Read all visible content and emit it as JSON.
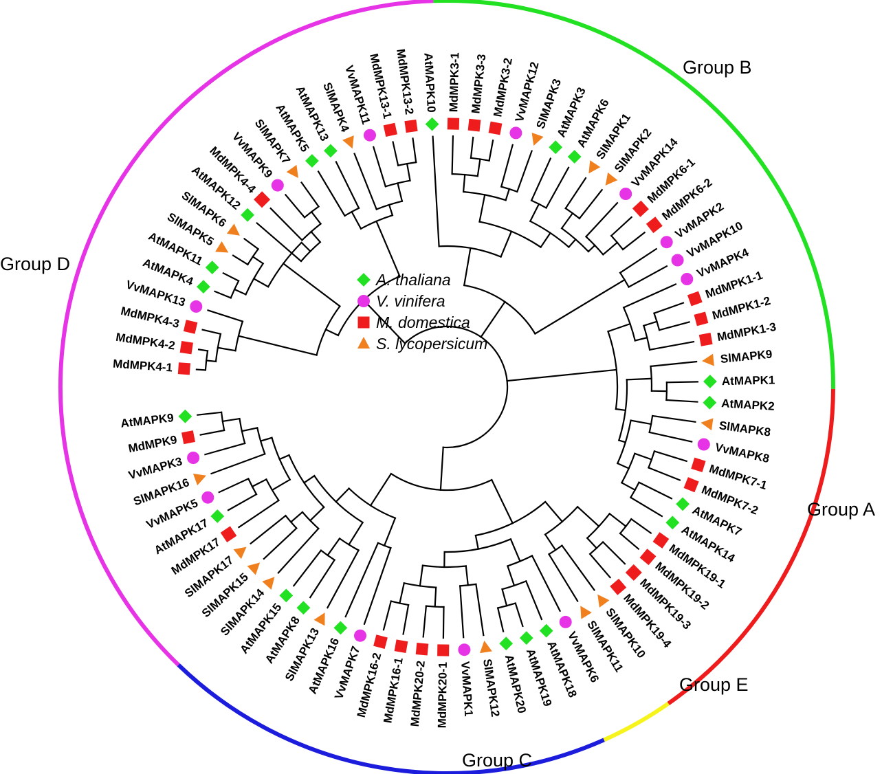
{
  "colors": {
    "thaliana": "#22e022",
    "vinifera": "#e633e6",
    "domestica": "#ee1c1c",
    "lycopersicum": "#f07f1e",
    "group_a": "#ee1c1c",
    "group_b": "#22e022",
    "group_c": "#1c1cdd",
    "group_d": "#e633e6",
    "group_e": "#f7f31c"
  },
  "legend": [
    {
      "species": "thaliana",
      "shape": "diamond",
      "label": "A. thaliana"
    },
    {
      "species": "vinifera",
      "shape": "circle",
      "label": "V. vinifera"
    },
    {
      "species": "domestica",
      "shape": "square",
      "label": "M. domestica"
    },
    {
      "species": "lycopersicum",
      "shape": "triangle",
      "label": "S. lycopersicum"
    }
  ],
  "groups": [
    {
      "id": "group_b",
      "label": "Group B"
    },
    {
      "id": "group_a",
      "label": "Group A"
    },
    {
      "id": "group_e",
      "label": "Group E"
    },
    {
      "id": "group_c",
      "label": "Group C"
    },
    {
      "id": "group_d",
      "label": "Group D"
    }
  ],
  "leaves": [
    {
      "label": "MdMPK4-1",
      "species": "domestica"
    },
    {
      "label": "MdMPK4-2",
      "species": "domestica"
    },
    {
      "label": "MdMPK4-3",
      "species": "domestica"
    },
    {
      "label": "VvMAPK13",
      "species": "vinifera"
    },
    {
      "label": "AtMAPK4",
      "species": "thaliana"
    },
    {
      "label": "AtMAPK11",
      "species": "thaliana"
    },
    {
      "label": "SlMAPK5",
      "species": "lycopersicum"
    },
    {
      "label": "SlMAPK6",
      "species": "lycopersicum"
    },
    {
      "label": "AtMAPK12",
      "species": "thaliana"
    },
    {
      "label": "MdMPK4-4",
      "species": "domestica"
    },
    {
      "label": "VvMAPK9",
      "species": "vinifera"
    },
    {
      "label": "SlMAPK7",
      "species": "lycopersicum"
    },
    {
      "label": "AtMAPK5",
      "species": "thaliana"
    },
    {
      "label": "AtMAPK13",
      "species": "thaliana"
    },
    {
      "label": "SlMAPK4",
      "species": "lycopersicum"
    },
    {
      "label": "VvMAPK11",
      "species": "vinifera"
    },
    {
      "label": "MdMPK13-1",
      "species": "domestica"
    },
    {
      "label": "MdMPK13-2",
      "species": "domestica"
    },
    {
      "label": "AtMAPK10",
      "species": "thaliana"
    },
    {
      "label": "MdMPK3-1",
      "species": "domestica"
    },
    {
      "label": "MdMPK3-3",
      "species": "domestica"
    },
    {
      "label": "MdMPK3-2",
      "species": "domestica"
    },
    {
      "label": "VvMAPK12",
      "species": "vinifera"
    },
    {
      "label": "SlMAPK3",
      "species": "lycopersicum"
    },
    {
      "label": "AtMAPK3",
      "species": "thaliana"
    },
    {
      "label": "AtMAPK6",
      "species": "thaliana"
    },
    {
      "label": "SlMAPK1",
      "species": "lycopersicum"
    },
    {
      "label": "SlMAPK2",
      "species": "lycopersicum"
    },
    {
      "label": "VvMAPK14",
      "species": "vinifera"
    },
    {
      "label": "MdMPK6-1",
      "species": "domestica"
    },
    {
      "label": "MdMPK6-2",
      "species": "domestica"
    },
    {
      "label": "VvMAPK2",
      "species": "vinifera"
    },
    {
      "label": "VvMAPK10",
      "species": "vinifera"
    },
    {
      "label": "VvMAPK4",
      "species": "vinifera"
    },
    {
      "label": "MdMPK1-1",
      "species": "domestica"
    },
    {
      "label": "MdMPK1-2",
      "species": "domestica"
    },
    {
      "label": "MdMPK1-3",
      "species": "domestica"
    },
    {
      "label": "SlMAPK9",
      "species": "lycopersicum"
    },
    {
      "label": "AtMAPK1",
      "species": "thaliana"
    },
    {
      "label": "AtMAPK2",
      "species": "thaliana"
    },
    {
      "label": "SlMAPK8",
      "species": "lycopersicum"
    },
    {
      "label": "VvMAPK8",
      "species": "vinifera"
    },
    {
      "label": "MdMPK7-1",
      "species": "domestica"
    },
    {
      "label": "MdMPK7-2",
      "species": "domestica"
    },
    {
      "label": "AtMAPK7",
      "species": "thaliana"
    },
    {
      "label": "AtMAPK14",
      "species": "thaliana"
    },
    {
      "label": "MdMPK19-1",
      "species": "domestica"
    },
    {
      "label": "MdMPK19-2",
      "species": "domestica"
    },
    {
      "label": "MdMPK19-3",
      "species": "domestica"
    },
    {
      "label": "MdMPK19-4",
      "species": "domestica"
    },
    {
      "label": "SlMAPK10",
      "species": "lycopersicum"
    },
    {
      "label": "SlMAPK11",
      "species": "lycopersicum"
    },
    {
      "label": "VvMAPK6",
      "species": "vinifera"
    },
    {
      "label": "AtMAPK18",
      "species": "thaliana"
    },
    {
      "label": "AtMAPK19",
      "species": "thaliana"
    },
    {
      "label": "AtMAPK20",
      "species": "thaliana"
    },
    {
      "label": "SlMAPK12",
      "species": "lycopersicum"
    },
    {
      "label": "VvMAPK1",
      "species": "vinifera"
    },
    {
      "label": "MdMPK20-1",
      "species": "domestica"
    },
    {
      "label": "MdMPK20-2",
      "species": "domestica"
    },
    {
      "label": "MdMPK16-1",
      "species": "domestica"
    },
    {
      "label": "MdMPK16-2",
      "species": "domestica"
    },
    {
      "label": "VvMAPK7",
      "species": "vinifera"
    },
    {
      "label": "AtMAPK16",
      "species": "thaliana"
    },
    {
      "label": "SlMAPK13",
      "species": "lycopersicum"
    },
    {
      "label": "AtMAPK8",
      "species": "thaliana"
    },
    {
      "label": "AtMAPK15",
      "species": "thaliana"
    },
    {
      "label": "SlMAPK14",
      "species": "lycopersicum"
    },
    {
      "label": "SlMAPK15",
      "species": "lycopersicum"
    },
    {
      "label": "SlMAPK17",
      "species": "lycopersicum"
    },
    {
      "label": "MdMPK17",
      "species": "domestica"
    },
    {
      "label": "AtMAPK17",
      "species": "thaliana"
    },
    {
      "label": "VvMAPK5",
      "species": "vinifera"
    },
    {
      "label": "SlMAPK16",
      "species": "lycopersicum"
    },
    {
      "label": "VvMAPK3",
      "species": "vinifera"
    },
    {
      "label": "MdMPK9",
      "species": "domestica"
    },
    {
      "label": "AtMAPK9",
      "species": "thaliana"
    }
  ]
}
